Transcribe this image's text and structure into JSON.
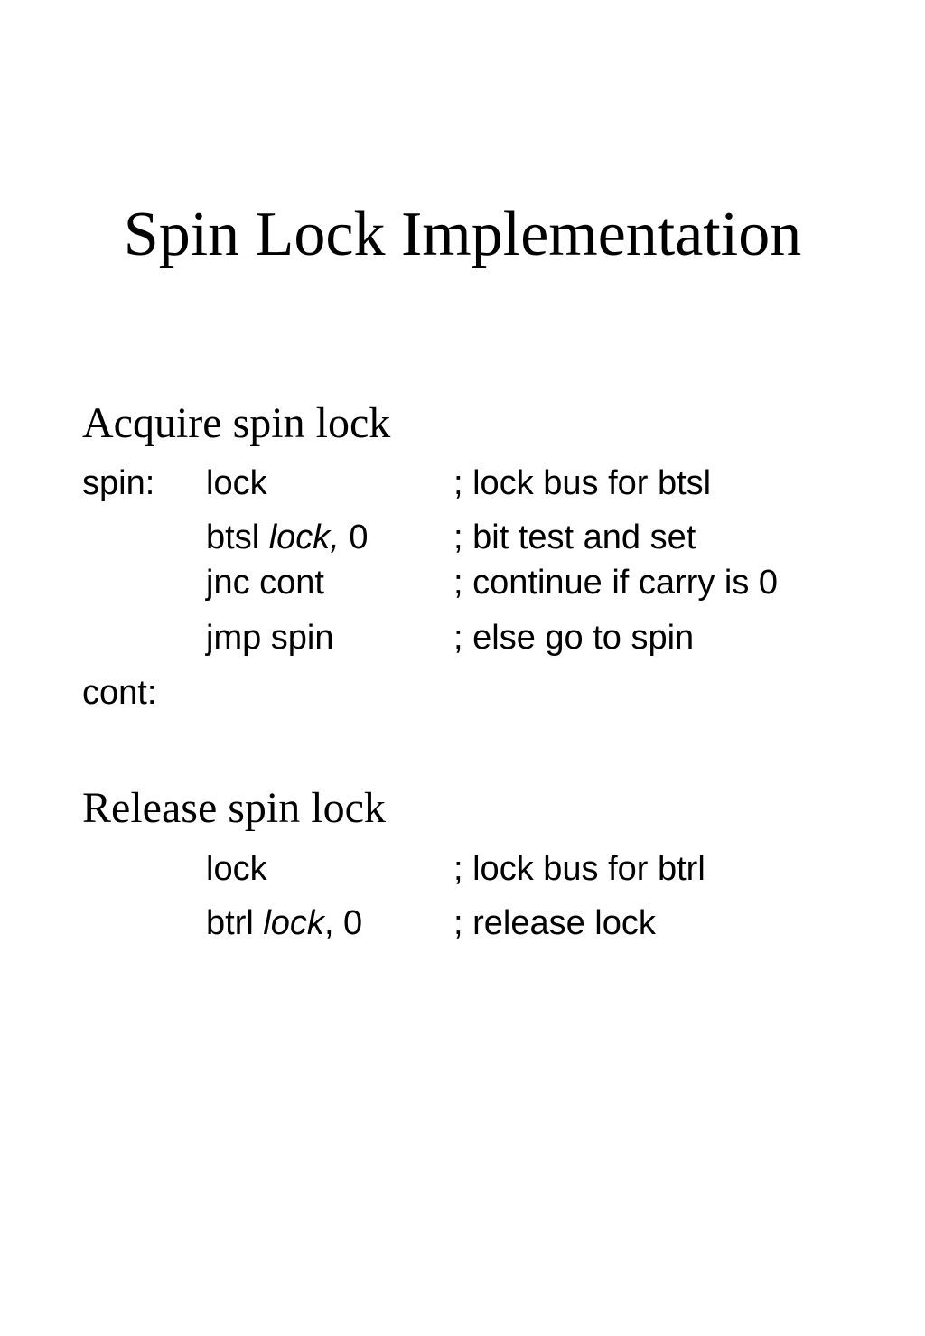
{
  "title": "Spin Lock Implementation",
  "acquire": {
    "heading": "Acquire spin lock",
    "label_spin": "spin:",
    "label_cont": "cont:",
    "lines": [
      {
        "instr": "lock",
        "comment": "; lock bus for btsl"
      },
      {
        "op": "btsl ",
        "arg_italic": "lock,",
        "rest": " 0",
        "comment": "; bit test and set"
      },
      {
        "instr": "jnc cont",
        "comment": "; continue if carry is 0"
      },
      {
        "instr": "jmp spin",
        "comment": "; else go to spin"
      }
    ]
  },
  "release": {
    "heading": "Release spin lock",
    "lines": [
      {
        "instr": "lock",
        "comment": "; lock bus for btrl"
      },
      {
        "op": "btrl ",
        "arg_italic": "lock",
        "rest": ", 0",
        "comment": "; release lock"
      }
    ]
  }
}
